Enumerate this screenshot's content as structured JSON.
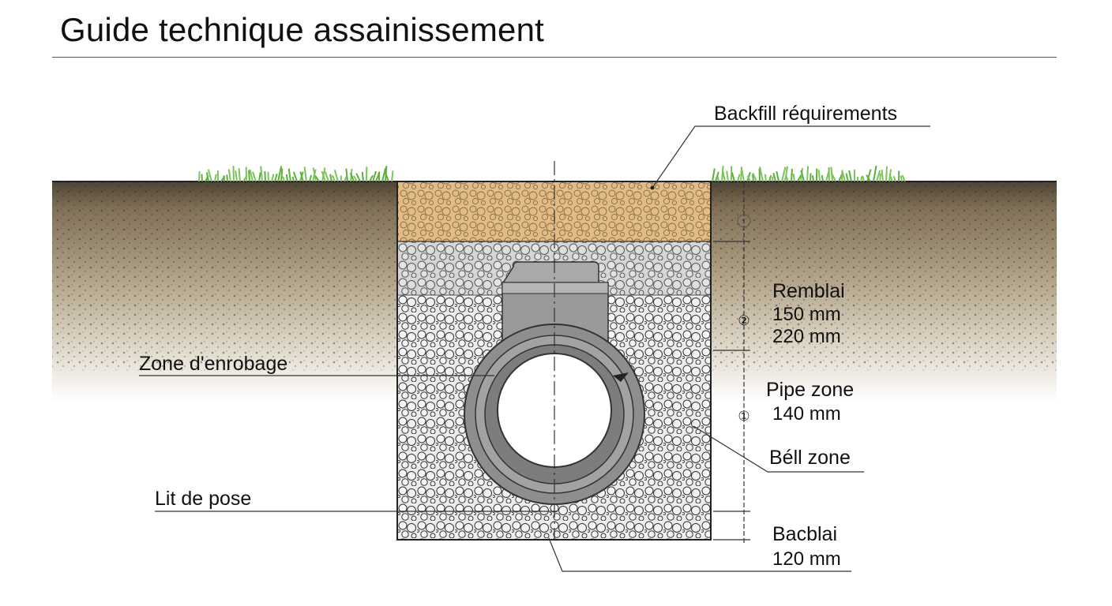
{
  "title": "Guide technique assainissement",
  "labels": {
    "backfill": "Backfill réquirements",
    "zone_enrobage": "Zone d'enrobage",
    "lit_de_pose": "Lit de pose",
    "remblai_title": "Remblai",
    "remblai_v1": "150 mm",
    "remblai_v2": "220 mm",
    "pipe_zone_title": "Pipe zone",
    "pipe_zone_v": "140 mm",
    "bell_zone": "Béll zone",
    "bacblai_title": "Bacblai",
    "bacblai_v": "120 mm",
    "marker_1": "①",
    "marker_2": "②"
  },
  "colors": {
    "topsoil": "#7a6a4e",
    "sand_backfill": "#e2b985",
    "gravel": "#e9e9e9",
    "pipe": "#8f8f8f",
    "grass": "#6bb84a"
  }
}
